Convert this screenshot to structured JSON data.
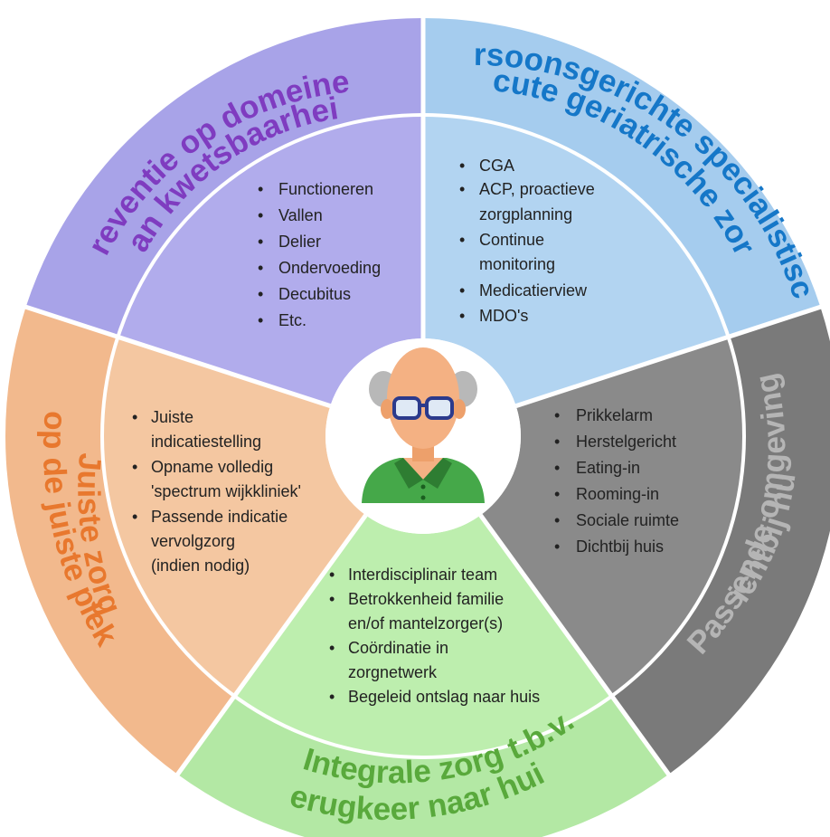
{
  "colors": {
    "preventie_outer": "#a8a3e8",
    "preventie_inner": "#b1acec",
    "preventie_title": "#7f3cc0",
    "persoon_outer": "#a5ccee",
    "persoon_inner": "#b2d4f1",
    "persoon_title": "#1577c8",
    "passende_outer": "#7a7a7a",
    "passende_inner": "#8a8a8a",
    "passende_title": "#b5b5b5",
    "integrale_outer": "#b3e8a4",
    "integrale_inner": "#bdeeae",
    "integrale_title": "#59a93c",
    "juiste_outer": "#f2b98d",
    "juiste_inner": "#f4c7a1",
    "juiste_title": "#e8782e",
    "ring_line": "#ffffff",
    "center_bg": "#ffffff"
  },
  "center": {
    "icon": "elderly-man-glasses-icon"
  },
  "sections": {
    "preventie": {
      "title_line1": "Preventie op domeinen",
      "title_line2": "van kwetsbaarheid",
      "items": [
        "Functioneren",
        "Vallen",
        "Delier",
        "Ondervoeding",
        "Decubitus",
        "Etc."
      ]
    },
    "persoonsgericht": {
      "title_line1": "Persoonsgerichte specialistische",
      "title_line2": "acute geriatrische zorg",
      "items": [
        "CGA",
        "ACP, proactieve",
        "zorgplanning",
        "Continue",
        "monitoring",
        "Medicatierview",
        "MDO's"
      ]
    },
    "passende": {
      "title_line1": "Passende omgeving",
      "title_line2": "dichtbij huis",
      "items": [
        "Prikkelarm",
        "Herstelgericht",
        "Eating-in",
        "Rooming-in",
        "Sociale ruimte",
        "Dichtbij huis"
      ]
    },
    "integrale": {
      "title_line1": "Integrale zorg t.b.v.",
      "title_line2": "terugkeer naar huis",
      "items": [
        "Interdisciplinair team",
        "Betrokkenheid familie",
        "en/of mantelzorger(s)",
        "Coördinatie in",
        "zorgnetwerk",
        "Begeleid ontslag naar huis"
      ]
    },
    "juiste": {
      "title_line1": "Juiste zorg",
      "title_line2": "op de juiste plek",
      "items": [
        "Juiste",
        "indicatiestelling",
        "Opname volledig",
        "'spectrum wijkkliniek'",
        "Passende indicatie",
        "vervolgzorg",
        "(indien nodig)"
      ]
    }
  }
}
